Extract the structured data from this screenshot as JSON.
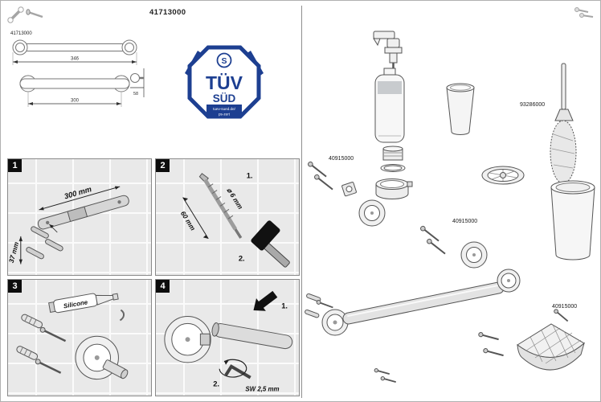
{
  "header": {
    "part_number": "41713000"
  },
  "drawing": {
    "part_number": "41713000",
    "dim_overall": "346",
    "dim_projection": "58",
    "dim_holes": "300"
  },
  "tuv": {
    "logo_s": "S",
    "name_top": "TÜV",
    "name_bottom": "SÜD",
    "footer_line1": "tuev-sued.de/",
    "footer_line2": "ps-zert"
  },
  "steps": {
    "s1": {
      "num": "1",
      "dim_length": "300 mm",
      "dim_height": "37 mm"
    },
    "s2": {
      "num": "2",
      "marker1": "1.",
      "marker2": "2.",
      "dim_depth": "60 mm",
      "dim_diameter": "⌀ 6 mm"
    },
    "s3": {
      "num": "3",
      "silicone": "Silicone"
    },
    "s4": {
      "num": "4",
      "marker1": "1.",
      "marker2": "2.",
      "tool": "SW 2,5 mm"
    }
  },
  "parts": {
    "dispenser_mount": "40915000",
    "toilet_brush": "93286000",
    "holder_mount": "40915000",
    "corner_basket": "40915000"
  }
}
